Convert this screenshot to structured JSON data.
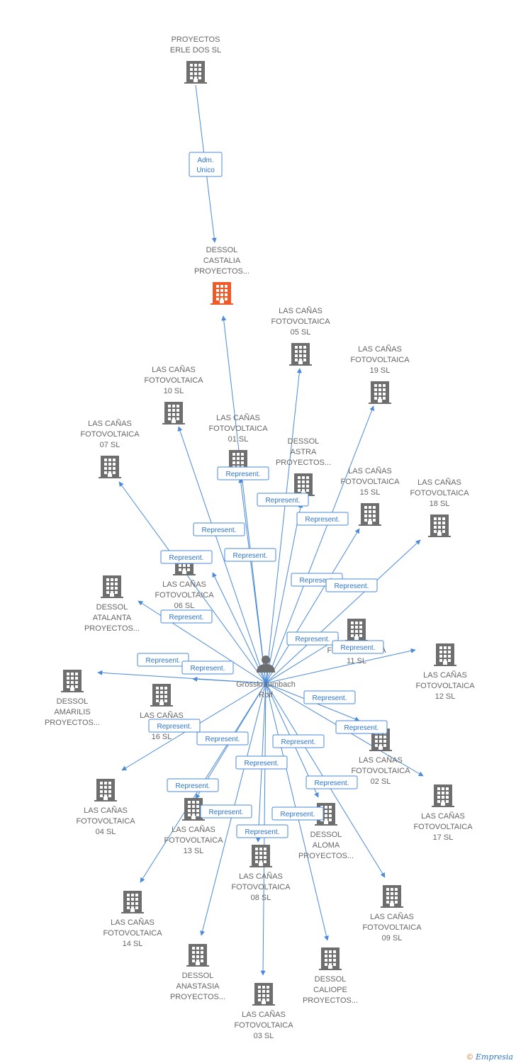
{
  "colors": {
    "edge": "#4a8ad8",
    "building": "#6e6e6e",
    "focus": "#f05a28",
    "label": "#666666"
  },
  "nodes": [
    {
      "id": "erle",
      "type": "company",
      "lines": [
        "PROYECTOS",
        "ERLE DOS  SL"
      ]
    },
    {
      "id": "castalia",
      "type": "company-focus",
      "lines": [
        "DESSOL",
        "CASTALIA",
        "PROYECTOS..."
      ]
    },
    {
      "id": "c05",
      "type": "company",
      "lines": [
        "LAS CAÑAS",
        "FOTOVOLTAICA",
        "05 SL"
      ]
    },
    {
      "id": "c19",
      "type": "company",
      "lines": [
        "LAS CAÑAS",
        "FOTOVOLTAICA",
        "19 SL"
      ]
    },
    {
      "id": "c10",
      "type": "company",
      "lines": [
        "LAS CAÑAS",
        "FOTOVOLTAICA",
        "10 SL"
      ]
    },
    {
      "id": "c01",
      "type": "company",
      "lines": [
        "LAS CAÑAS",
        "FOTOVOLTAICA",
        "01 SL"
      ]
    },
    {
      "id": "c07",
      "type": "company",
      "lines": [
        "LAS CAÑAS",
        "FOTOVOLTAICA",
        "07 SL"
      ]
    },
    {
      "id": "astra",
      "type": "company",
      "lines": [
        "DESSOL",
        "ASTRA",
        "PROYECTOS..."
      ]
    },
    {
      "id": "c15",
      "type": "company",
      "lines": [
        "LAS CAÑAS",
        "FOTOVOLTAICA",
        "15 SL"
      ]
    },
    {
      "id": "c18",
      "type": "company",
      "lines": [
        "LAS CAÑAS",
        "FOTOVOLTAICA",
        "18 SL"
      ]
    },
    {
      "id": "c06",
      "type": "company",
      "lines": [
        "LAS CAÑAS",
        "FOTOVOLTAICA",
        "06 SL"
      ]
    },
    {
      "id": "atalanta",
      "type": "company",
      "lines": [
        "DESSOL",
        "ATALANTA",
        "PROYECTOS..."
      ]
    },
    {
      "id": "c11",
      "type": "company",
      "lines": [
        "FOTOVOLTAICA",
        "11 SL"
      ]
    },
    {
      "id": "c12",
      "type": "company",
      "lines": [
        "LAS CAÑAS",
        "FOTOVOLTAICA",
        "12 SL"
      ]
    },
    {
      "id": "rolf",
      "type": "person",
      "lines": [
        "Grosskraumbach",
        "Rolf"
      ]
    },
    {
      "id": "amarilis",
      "type": "company",
      "lines": [
        "DESSOL",
        "AMARILIS",
        "PROYECTOS..."
      ]
    },
    {
      "id": "c16",
      "type": "company",
      "lines": [
        "LAS CAÑAS",
        "FOTO",
        "16 SL"
      ]
    },
    {
      "id": "c02",
      "type": "company",
      "lines": [
        "LAS CAÑAS",
        "FOTOVOLTAICA",
        "02 SL"
      ]
    },
    {
      "id": "c04",
      "type": "company",
      "lines": [
        "LAS CAÑAS",
        "FOTOVOLTAICA",
        "04 SL"
      ]
    },
    {
      "id": "c17",
      "type": "company",
      "lines": [
        "LAS CAÑAS",
        "FOTOVOLTAICA",
        "17 SL"
      ]
    },
    {
      "id": "c13",
      "type": "company",
      "lines": [
        "LAS CAÑAS",
        "FOTOVOLTAICA",
        "13 SL"
      ]
    },
    {
      "id": "aloma",
      "type": "company",
      "lines": [
        "DESSOL",
        "ALOMA",
        "PROYECTOS..."
      ]
    },
    {
      "id": "c08",
      "type": "company",
      "lines": [
        "LAS CAÑAS",
        "FOTOVOLTAICA",
        "08 SL"
      ]
    },
    {
      "id": "c09",
      "type": "company",
      "lines": [
        "LAS CAÑAS",
        "FOTOVOLTAICA",
        "09 SL"
      ]
    },
    {
      "id": "c14",
      "type": "company",
      "lines": [
        "LAS CAÑAS",
        "FOTOVOLTAICA",
        "14 SL"
      ]
    },
    {
      "id": "anastasia",
      "type": "company",
      "lines": [
        "DESSOL",
        "ANASTASIA",
        "PROYECTOS..."
      ]
    },
    {
      "id": "caliope",
      "type": "company",
      "lines": [
        "DESSOL",
        "CALIOPE",
        "PROYECTOS..."
      ]
    },
    {
      "id": "c03",
      "type": "company",
      "lines": [
        "LAS CAÑAS",
        "FOTOVOLTAICA",
        "03 SL"
      ]
    }
  ],
  "edges": [
    {
      "from": "erle",
      "to": "castalia",
      "label": [
        "Adm.",
        "Unico"
      ]
    },
    {
      "from": "rolf",
      "to": "castalia",
      "label": [
        "Represent."
      ]
    },
    {
      "from": "rolf",
      "to": "c05",
      "label": [
        "Represent."
      ]
    },
    {
      "from": "rolf",
      "to": "c19",
      "label": [
        "Represent."
      ]
    },
    {
      "from": "rolf",
      "to": "c10",
      "label": [
        "Represent."
      ]
    },
    {
      "from": "rolf",
      "to": "c01",
      "label": [
        "Represent."
      ]
    },
    {
      "from": "rolf",
      "to": "c07",
      "label": [
        "Represent."
      ]
    },
    {
      "from": "rolf",
      "to": "astra",
      "label": [
        "Represent."
      ]
    },
    {
      "from": "rolf",
      "to": "c15",
      "label": [
        "Represent."
      ]
    },
    {
      "from": "rolf",
      "to": "c18",
      "label": [
        "Represent."
      ]
    },
    {
      "from": "rolf",
      "to": "c06",
      "label": [
        "Represent."
      ]
    },
    {
      "from": "rolf",
      "to": "atalanta",
      "label": [
        "Represent."
      ]
    },
    {
      "from": "rolf",
      "to": "c11",
      "label": [
        "Represent."
      ]
    },
    {
      "from": "rolf",
      "to": "c12",
      "label": [
        "Represent."
      ]
    },
    {
      "from": "rolf",
      "to": "amarilis",
      "label": [
        "Represent."
      ]
    },
    {
      "from": "rolf",
      "to": "c16",
      "label": [
        "Represent."
      ]
    },
    {
      "from": "rolf",
      "to": "c02",
      "label": [
        "Represent."
      ]
    },
    {
      "from": "rolf",
      "to": "c04",
      "label": [
        "Represent."
      ]
    },
    {
      "from": "rolf",
      "to": "c17",
      "label": [
        "Represent."
      ]
    },
    {
      "from": "rolf",
      "to": "c13",
      "label": [
        "Represent."
      ]
    },
    {
      "from": "rolf",
      "to": "aloma",
      "label": [
        "Represent."
      ]
    },
    {
      "from": "rolf",
      "to": "c08",
      "label": [
        "Represent."
      ]
    },
    {
      "from": "rolf",
      "to": "c09",
      "label": [
        "Represent."
      ]
    },
    {
      "from": "rolf",
      "to": "c14",
      "label": [
        "Represent."
      ]
    },
    {
      "from": "rolf",
      "to": "anastasia",
      "label": [
        "Represent."
      ]
    },
    {
      "from": "rolf",
      "to": "caliope",
      "label": [
        "Represent."
      ]
    },
    {
      "from": "rolf",
      "to": "c03",
      "label": [
        "Represent."
      ]
    }
  ],
  "footer": {
    "copyright": "©",
    "brand": "Empresia"
  }
}
